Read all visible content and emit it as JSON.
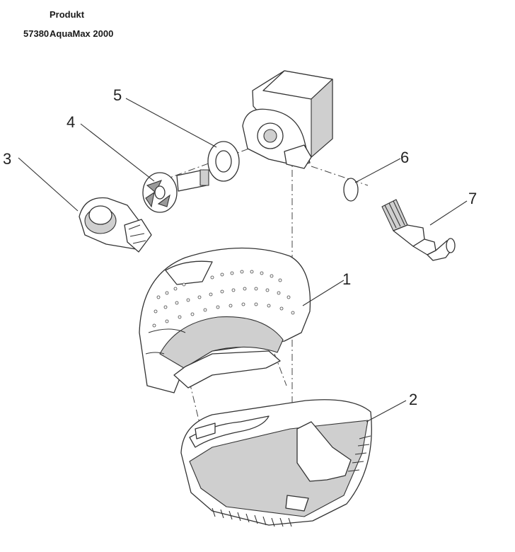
{
  "header": {
    "column_label": "Produkt",
    "product_code": "57380",
    "product_name": "AquaMax 2000"
  },
  "callouts": [
    "1",
    "2",
    "3",
    "4",
    "5",
    "6",
    "7"
  ]
}
